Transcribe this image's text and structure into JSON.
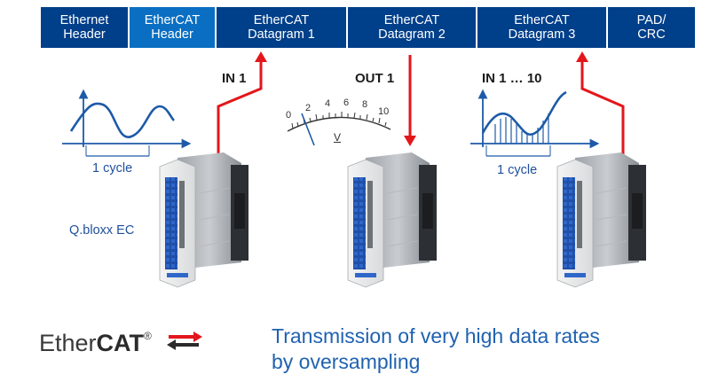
{
  "frame": {
    "segments": [
      {
        "label": "Ethernet\nHeader",
        "shade": "dark"
      },
      {
        "label": "EtherCAT\nHeader",
        "shade": "light"
      },
      {
        "label": "EtherCAT\nDatagram 1",
        "shade": "dark"
      },
      {
        "label": "EtherCAT\nDatagram 2",
        "shade": "dark"
      },
      {
        "label": "EtherCAT\nDatagram 3",
        "shade": "dark"
      },
      {
        "label": "PAD/\nCRC",
        "shade": "dark"
      }
    ]
  },
  "signals": {
    "in1": "IN 1",
    "out1": "OUT 1",
    "in1_10": "IN 1 … 10"
  },
  "cycle_label_left": "1 cycle",
  "cycle_label_right": "1 cycle",
  "meter": {
    "scale": [
      "0",
      "2",
      "4",
      "6",
      "8",
      "10"
    ],
    "unit": "V"
  },
  "device_name": "Q.bloxx EC",
  "caption": {
    "line1": "Transmission of very high data rates",
    "line2": "by oversampling"
  },
  "logo": {
    "part1": "Ether",
    "part2": "CAT",
    "mark": "®"
  },
  "colors": {
    "frame_dark": "#003f8a",
    "frame_light": "#0a6fc2",
    "arrow": "#e3161b",
    "wave": "#1d5aa8",
    "caption": "#1f62b0"
  }
}
